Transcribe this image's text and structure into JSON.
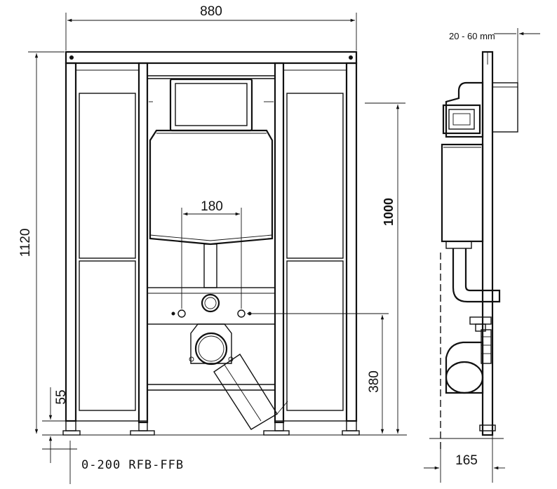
{
  "dimensions": {
    "overall_width": "880",
    "overall_height": "1120",
    "height_1000": "1000",
    "bolt_spacing": "180",
    "outlet_height": "380",
    "foot_height": "55",
    "wall_gap": "20 - 60 mm",
    "depth": "165",
    "floor_adjust": "0-200 RFB-FFB"
  }
}
